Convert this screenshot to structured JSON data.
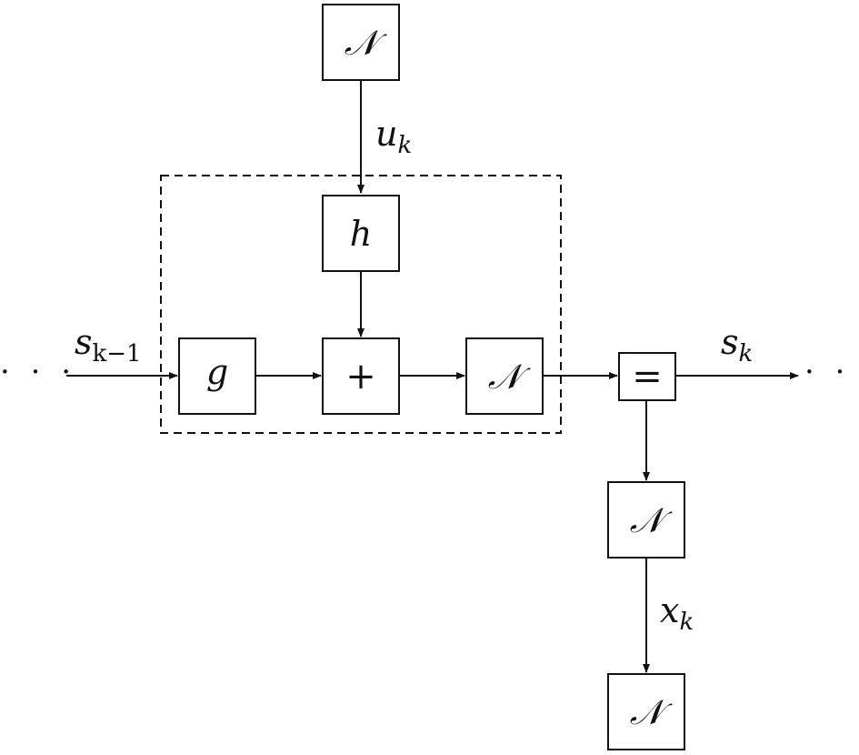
{
  "blocks": {
    "top_noise": "𝒩",
    "h": "h",
    "g": "g",
    "adder": "+",
    "mid_noise": "𝒩",
    "equality": "=",
    "obs_noise": "𝒩",
    "bottom_noise": "𝒩"
  },
  "labels": {
    "input_state": {
      "base": "s",
      "sub": "k−1"
    },
    "output_state": {
      "base": "s",
      "sub": "k"
    },
    "control": {
      "base": "u",
      "sub": "k"
    },
    "observation": {
      "base": "x",
      "sub": "k"
    }
  },
  "ellipsis_left": "· · ·",
  "ellipsis_right": "· · ·"
}
